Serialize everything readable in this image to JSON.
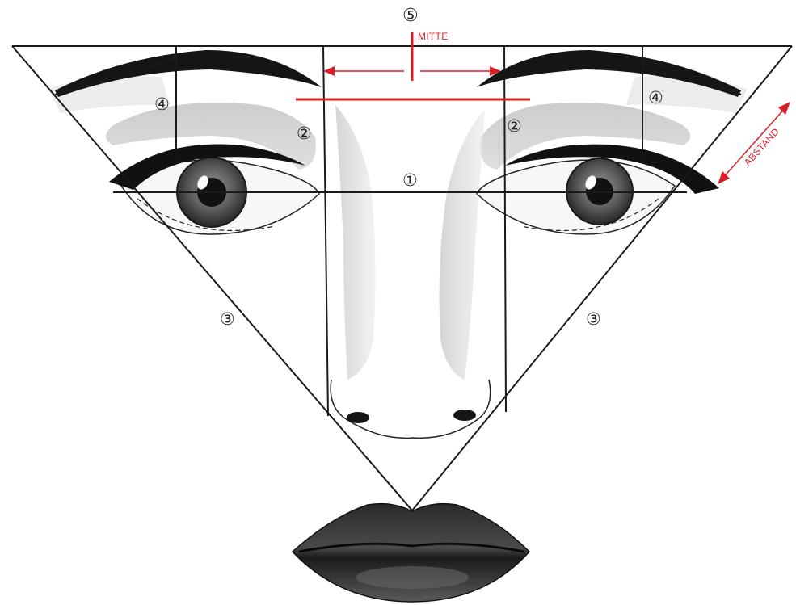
{
  "annotations": {
    "center_label": "MITTE",
    "distance_label": "ABSTAND"
  },
  "markers": {
    "one": "①",
    "two": "②",
    "three": "③",
    "four": "④",
    "five": "⑤"
  },
  "colors": {
    "guide_lines": "#1a1a1a",
    "annotation_red": "#d61f26",
    "shading_gray": "#bdbdbd",
    "iris": "#555555",
    "lips": "#3a3a3a"
  }
}
